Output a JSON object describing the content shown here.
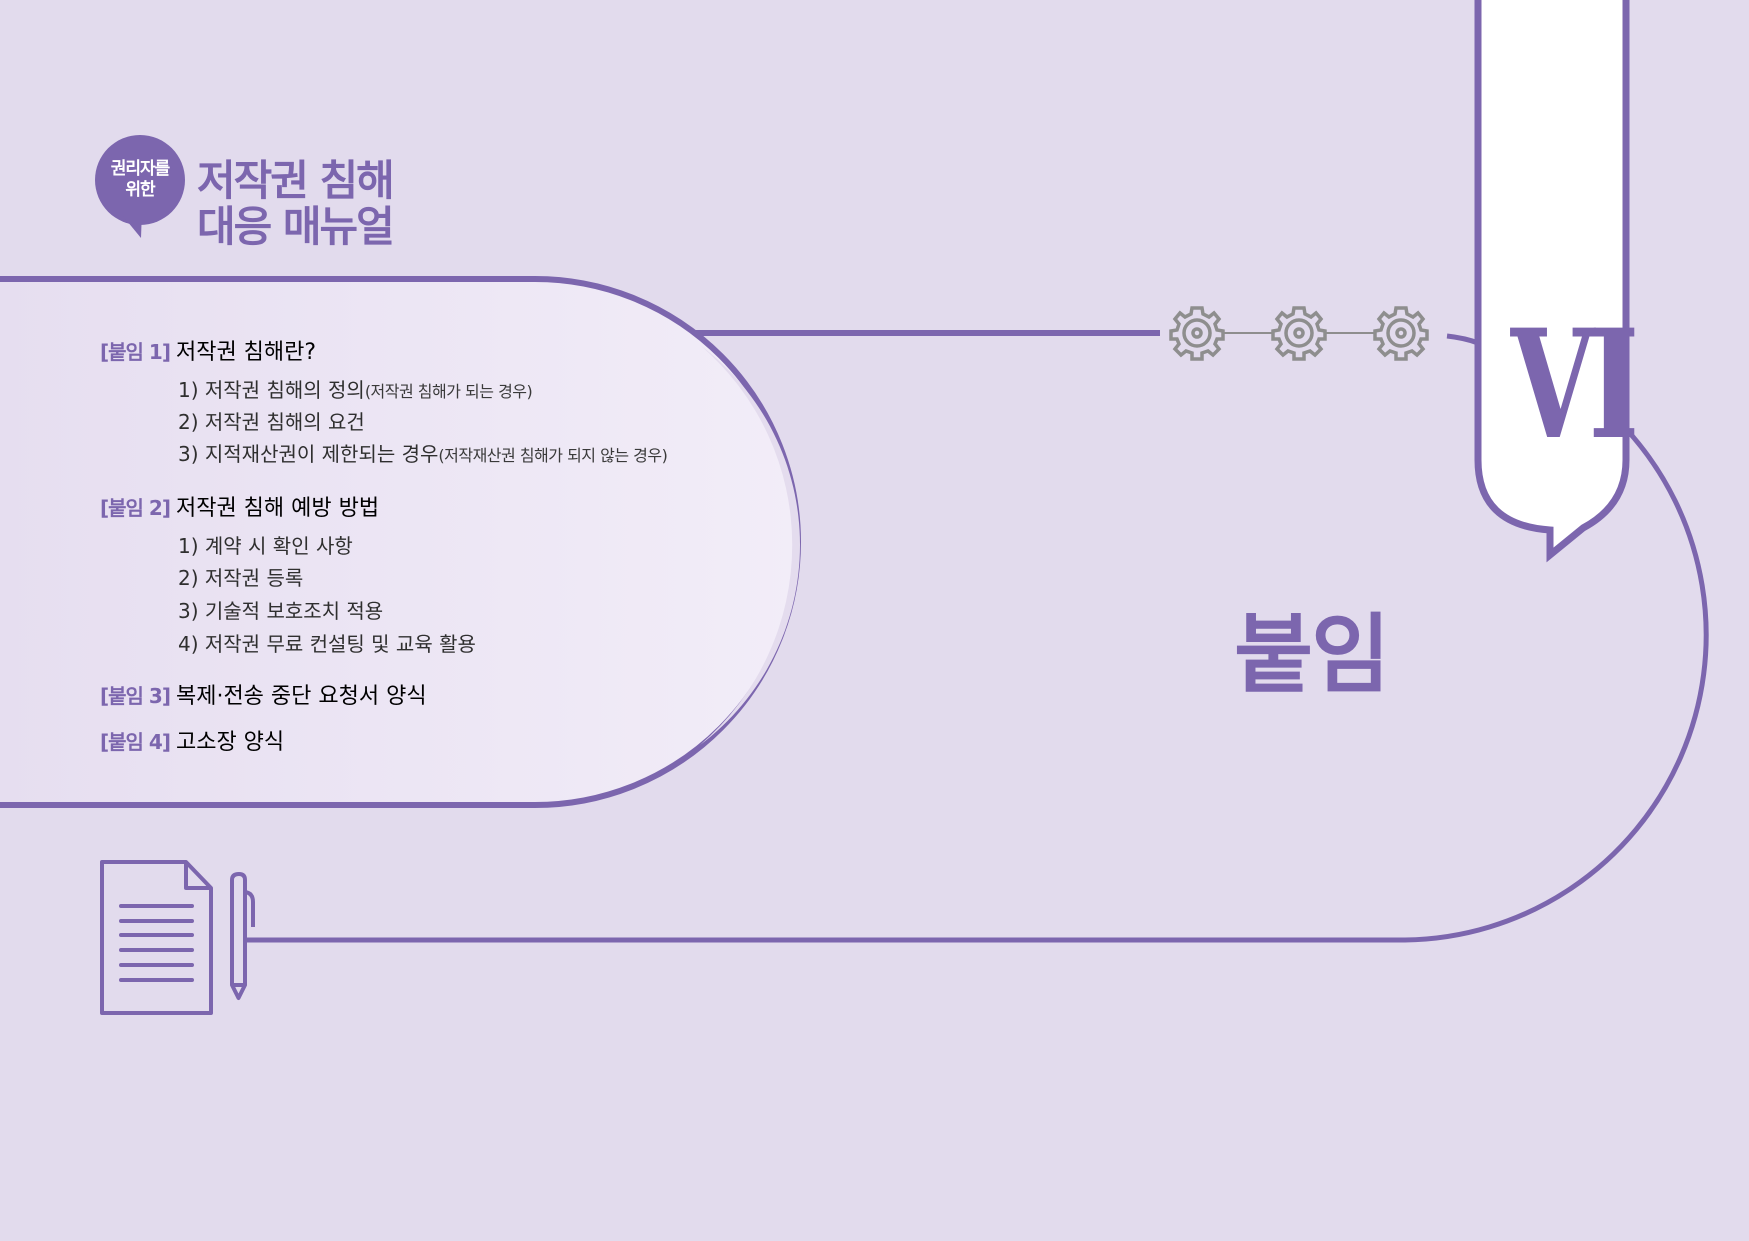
{
  "header": {
    "badge_line1": "권리자를",
    "badge_line2": "위한",
    "title_line1": "저작권 침해",
    "title_line2": "대응 매뉴얼"
  },
  "chapter": {
    "numeral": "VI",
    "title": "붙임"
  },
  "toc": [
    {
      "tag": "[붙임 1]",
      "title": "저작권 침해란?",
      "items": [
        {
          "label": "1) 저작권 침해의 정의",
          "note": "(저작권 침해가 되는 경우)"
        },
        {
          "label": "2) 저작권 침해의 요건",
          "note": ""
        },
        {
          "label": "3) 지적재산권이 제한되는 경우",
          "note": "(저작재산권 침해가 되지 않는 경우)"
        }
      ]
    },
    {
      "tag": "[붙임 2]",
      "title": "저작권 침해 예방 방법",
      "items": [
        {
          "label": "1) 계약 시 확인 사항",
          "note": ""
        },
        {
          "label": "2) 저작권 등록",
          "note": ""
        },
        {
          "label": "3) 기술적 보호조치 적용",
          "note": ""
        },
        {
          "label": "4) 저작권 무료 컨설팅 및 교육 활용",
          "note": ""
        }
      ]
    },
    {
      "tag": "[붙임 3]",
      "title": "복제·전송 중단 요청서 양식",
      "items": []
    },
    {
      "tag": "[붙임 4]",
      "title": "고소장 양식",
      "items": []
    }
  ],
  "icons": [
    "speech-bubble-icon",
    "gear-icon",
    "gear-icon",
    "gear-icon",
    "document-icon",
    "pen-icon"
  ],
  "colors": {
    "background": "#e2dbed",
    "accent": "#7c66ae",
    "panel": "#efe9f5",
    "gear": "#8e8e8e",
    "banner": "#ffffff"
  }
}
